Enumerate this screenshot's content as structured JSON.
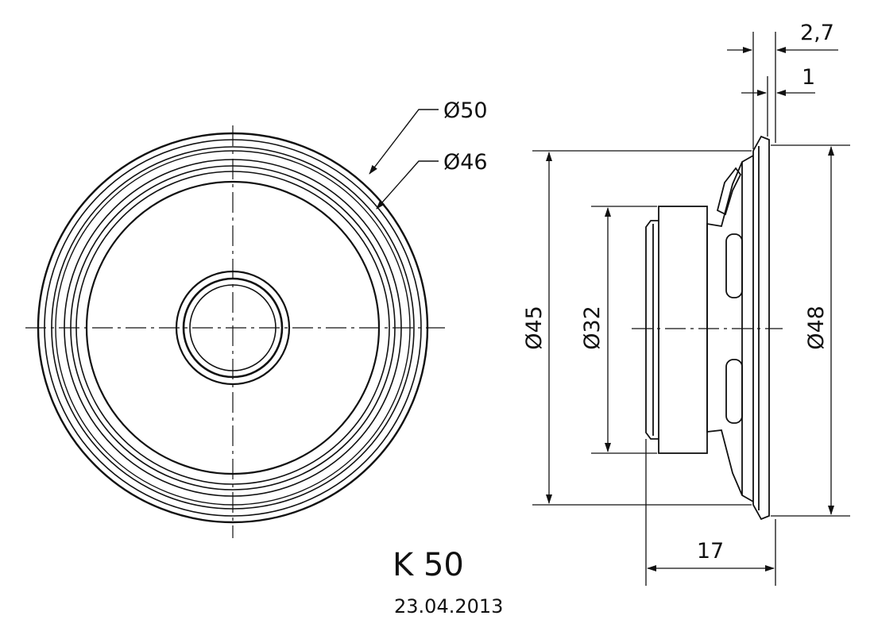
{
  "model": "K 50",
  "date": "23.04.2013",
  "front_view": {
    "outer_diameter_label": "Ø50",
    "inner_diameter_label": "Ø46"
  },
  "side_view": {
    "dim_45_label": "Ø45",
    "dim_32_label": "Ø32",
    "dim_48_label": "Ø48",
    "depth_label": "17",
    "flange_thickness_label": "2,7",
    "surround_offset_label": "1"
  },
  "colors": {
    "line": "#111111",
    "background": "#ffffff"
  }
}
